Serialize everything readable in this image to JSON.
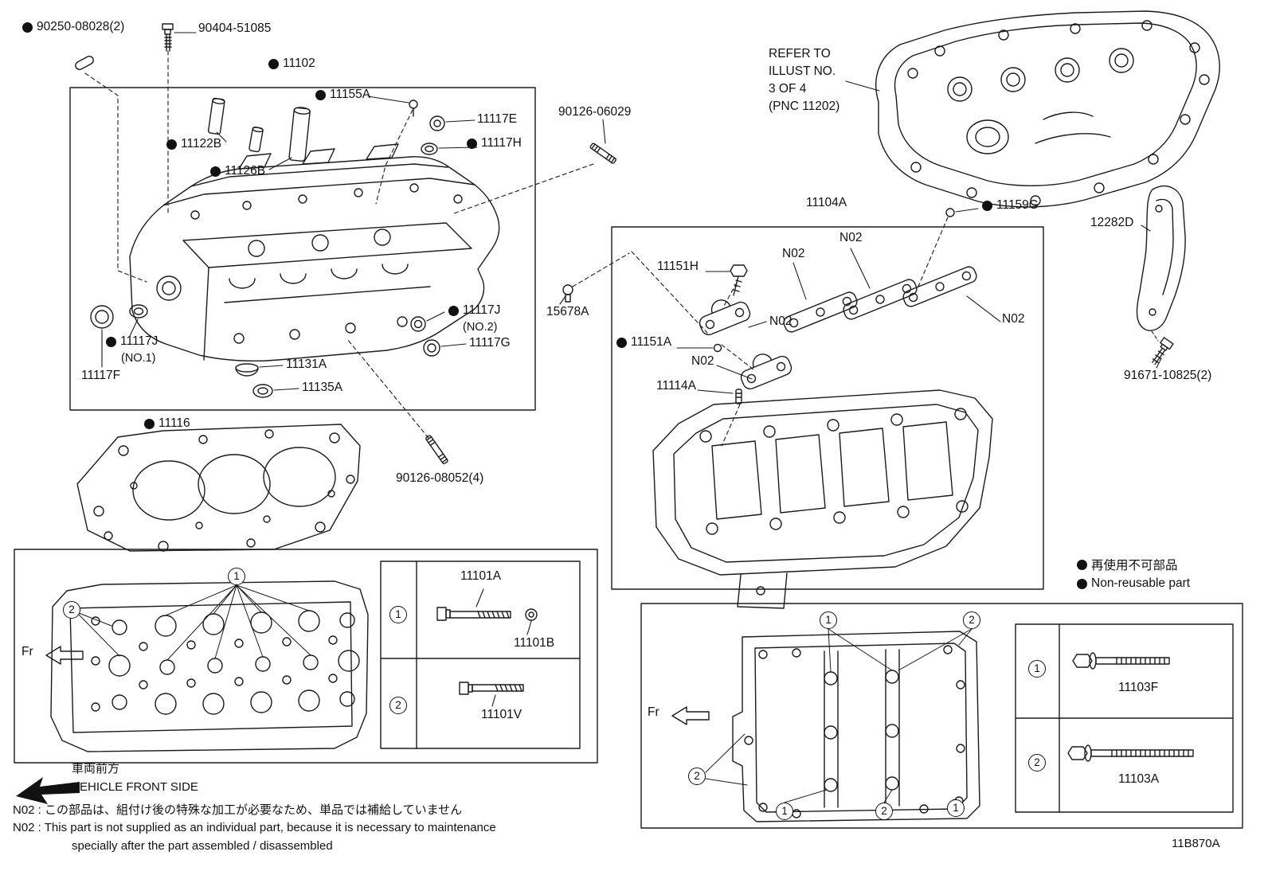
{
  "page": {
    "code": "11B870A",
    "ink": "#1a1a1a",
    "bg": "#ffffff"
  },
  "parts": {
    "p90250": "90250-08028(2)",
    "p90404": "90404-51085",
    "p11102": "11102",
    "p11155a": "11155A",
    "p11117e": "11117E",
    "p11122b": "11122B",
    "p11117h": "11117H",
    "p11126b": "11126B",
    "p90126a": "90126-06029",
    "p11104a": "11104A",
    "p11159g": "11159G",
    "p12282d": "12282D",
    "p11151h": "11151H",
    "n02": "N02",
    "p11151a": "11151A",
    "p15678a": "15678A",
    "p11117j": "11117J",
    "no1": "(NO.1)",
    "no2": "(NO.2)",
    "p11117g": "11117G",
    "p11117f": "11117F",
    "p11131a": "11131A",
    "p11135a": "11135A",
    "p11116": "11116",
    "p90126b": "90126-08052(4)",
    "p11114a": "11114A",
    "p91671": "91671-10825(2)",
    "p11101a": "11101A",
    "p11101b": "11101B",
    "p11101v": "11101V",
    "p11103f": "11103F",
    "p11103a": "11103A"
  },
  "refer_note": {
    "line1": "REFER TO",
    "line2": "ILLUST NO.",
    "line3": "3 OF 4",
    "line4": "(PNC 11202)"
  },
  "legend": {
    "jp": "再使用不可部品",
    "en": "Non-reusable part"
  },
  "front": {
    "fr": "Fr",
    "jp": "車両前方",
    "en": "VEHICLE FRONT SIDE"
  },
  "notes": {
    "jp": "N02 : この部品は、組付け後の特殊な加工が必要なため、単品では補給していません",
    "en1": "N02 : This part is not supplied as an individual part, because it is necessary to maintenance",
    "en2": "specially after the part assembled / disassembled"
  },
  "callouts": {
    "one": "1",
    "two": "2"
  }
}
